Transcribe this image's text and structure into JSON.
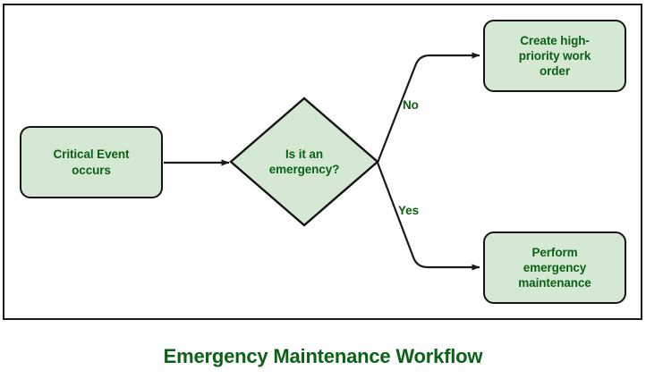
{
  "diagram": {
    "title": "Emergency Maintenance Workflow",
    "colors": {
      "node_fill": "#d5e8d4",
      "node_stroke": "#141414",
      "text": "#0b6115",
      "edge_stroke": "#1a1a1a",
      "frame_stroke": "#1a1a1a",
      "background": "#ffffff"
    },
    "nodes": [
      {
        "id": "start",
        "shape": "rounded-rectangle",
        "label": "Critical Event\noccurs"
      },
      {
        "id": "decision",
        "shape": "diamond",
        "label": "Is it an\nemergency?"
      },
      {
        "id": "workorder",
        "shape": "rounded-rectangle",
        "label": "Create high-\npriority work\norder"
      },
      {
        "id": "maintenance",
        "shape": "rounded-rectangle",
        "label": "Perform\nemergency\nmaintenance"
      }
    ],
    "edges": [
      {
        "id": "start-to-decision",
        "from": "start",
        "to": "decision",
        "label": ""
      },
      {
        "id": "decision-to-workorder",
        "from": "decision",
        "to": "workorder",
        "label": "No"
      },
      {
        "id": "decision-to-maintenance",
        "from": "decision",
        "to": "maintenance",
        "label": "Yes"
      }
    ]
  }
}
